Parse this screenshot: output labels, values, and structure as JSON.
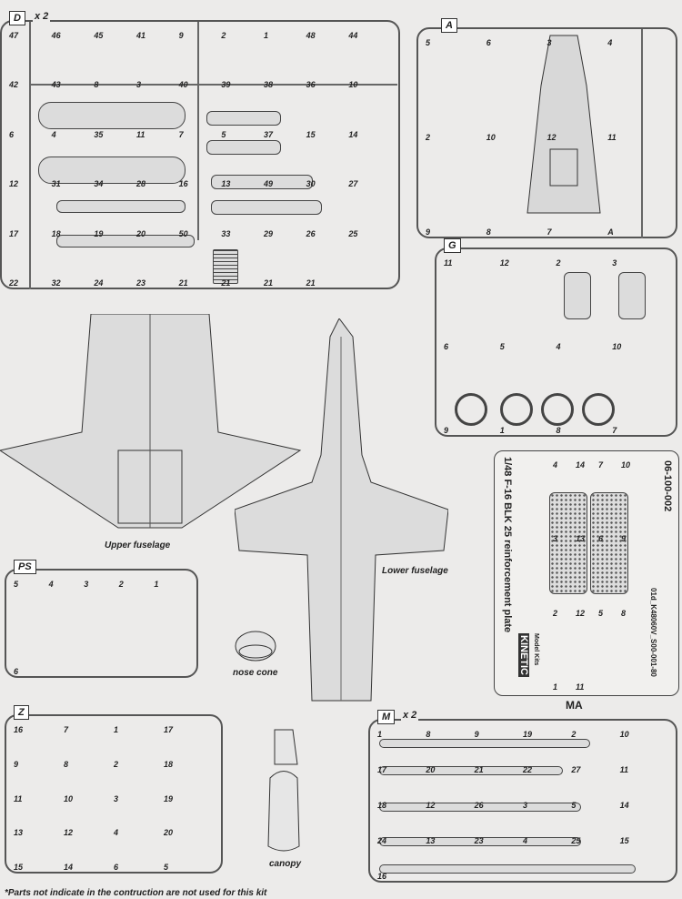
{
  "sprues": {
    "D": {
      "label": "D",
      "multiplier": "x 2",
      "parts": [
        "47",
        "46",
        "45",
        "41",
        "9",
        "2",
        "1",
        "48",
        "44",
        "42",
        "43",
        "8",
        "3",
        "40",
        "39",
        "38",
        "36",
        "10",
        "6",
        "4",
        "35",
        "11",
        "7",
        "5",
        "37",
        "15",
        "14",
        "12",
        "31",
        "34",
        "28",
        "16",
        "13",
        "49",
        "30",
        "27",
        "17",
        "18",
        "19",
        "20",
        "50",
        "33",
        "29",
        "26",
        "25",
        "22",
        "32",
        "24",
        "23",
        "21",
        "21",
        "21",
        "21"
      ]
    },
    "A": {
      "label": "A",
      "parts": [
        "5",
        "6",
        "3",
        "4",
        "2",
        "10",
        "12",
        "11",
        "9",
        "8",
        "7",
        "A"
      ]
    },
    "G": {
      "label": "G",
      "parts": [
        "11",
        "12",
        "2",
        "3",
        "6",
        "5",
        "4",
        "10",
        "9",
        "1",
        "8",
        "7"
      ]
    },
    "PS": {
      "label": "PS",
      "parts": [
        "5",
        "4",
        "3",
        "2",
        "1",
        "6"
      ]
    },
    "Z": {
      "label": "Z",
      "parts": [
        "16",
        "7",
        "1",
        "17",
        "9",
        "8",
        "2",
        "18",
        "11",
        "10",
        "3",
        "19",
        "13",
        "12",
        "4",
        "20",
        "15",
        "14",
        "6",
        "5"
      ]
    },
    "M": {
      "label": "M",
      "multiplier": "x 2",
      "parts": [
        "1",
        "8",
        "9",
        "19",
        "2",
        "10",
        "17",
        "20",
        "21",
        "22",
        "27",
        "11",
        "18",
        "12",
        "26",
        "3",
        "5",
        "14",
        "24",
        "13",
        "23",
        "4",
        "25",
        "15",
        "16"
      ]
    }
  },
  "photo_etch": {
    "label": "MA",
    "title": "1/48 F-16 BLK 25 reinforcement plate",
    "code": "06-100-002",
    "brand": "KINETIC",
    "sub": "Model Kits",
    "ref": "01d_K48060V_S00-001-80",
    "parts": [
      "4",
      "14",
      "7",
      "10",
      "3",
      "13",
      "6",
      "9",
      "2",
      "12",
      "5",
      "8",
      "1",
      "11"
    ]
  },
  "captions": {
    "upper": "Upper fuselage",
    "lower": "Lower fuselage",
    "nose": "nose cone",
    "canopy": "canopy"
  },
  "footer": "*Parts not indicate in the contruction are not used for this kit"
}
